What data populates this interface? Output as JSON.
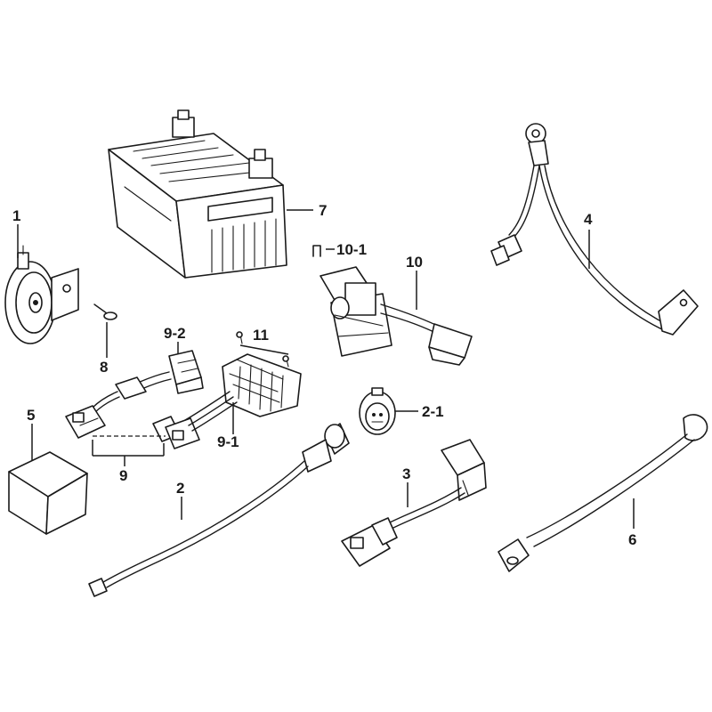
{
  "callouts": {
    "horn": "1",
    "wire_2": "2",
    "part_2_1": "2-1",
    "wire_3": "3",
    "cable_4": "4",
    "box_5": "5",
    "cable_6": "6",
    "battery": "7",
    "screw_8": "8",
    "harness_9": "9",
    "regulator_9_1": "9-1",
    "connector_9_2": "9-2",
    "relay_10": "10",
    "clip_10_1": "10-1",
    "screws_11": "11"
  }
}
